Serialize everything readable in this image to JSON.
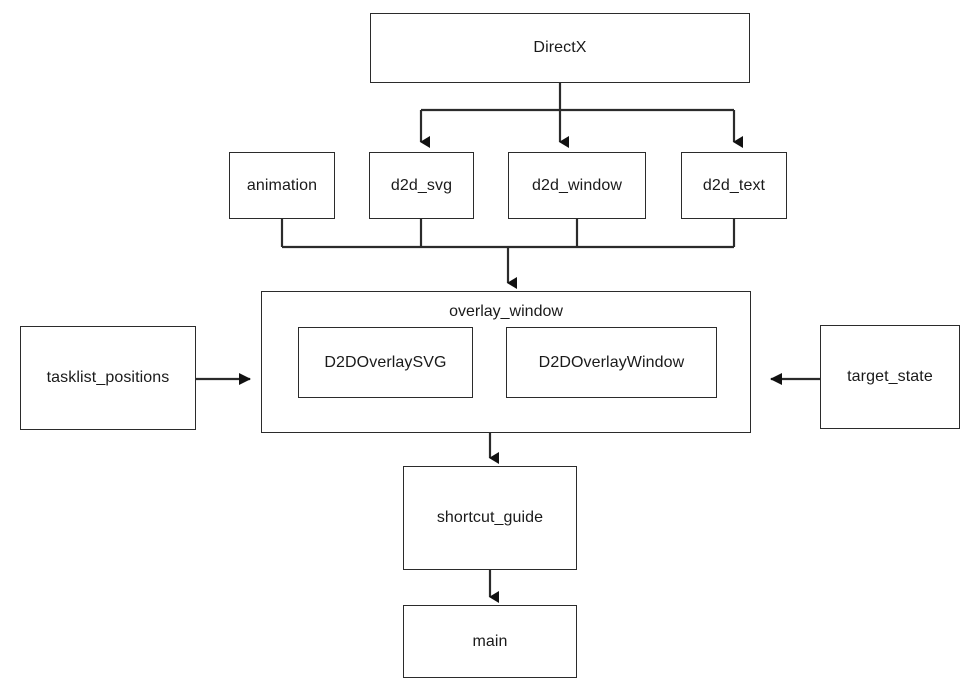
{
  "diagram": {
    "type": "dependency-graph",
    "title": "DirectX module dependency diagram",
    "background_color": "#ffffff",
    "line_color": "#2b2b2b",
    "text_color": "#1a1a1a",
    "nodes": [
      {
        "id": "directx",
        "label": "DirectX"
      },
      {
        "id": "animation",
        "label": "animation"
      },
      {
        "id": "d2d_svg",
        "label": "d2d_svg"
      },
      {
        "id": "d2d_window",
        "label": "d2d_window"
      },
      {
        "id": "d2d_text",
        "label": "d2d_text"
      },
      {
        "id": "overlay_window",
        "label": "overlay_window"
      },
      {
        "id": "d2doverlaysvg",
        "label": "D2DOverlaySVG"
      },
      {
        "id": "d2doverlaywindow",
        "label": "D2DOverlayWindow"
      },
      {
        "id": "tasklist_positions",
        "label": "tasklist_positions"
      },
      {
        "id": "target_state",
        "label": "target_state"
      },
      {
        "id": "shortcut_guide",
        "label": "shortcut_guide"
      },
      {
        "id": "main",
        "label": "main"
      }
    ],
    "edges": [
      {
        "from": "directx",
        "to": "d2d_svg",
        "arrow": "down"
      },
      {
        "from": "directx",
        "to": "d2d_window",
        "arrow": "down"
      },
      {
        "from": "directx",
        "to": "d2d_text",
        "arrow": "down"
      },
      {
        "from": "animation",
        "to": "overlay_window",
        "arrow": "down"
      },
      {
        "from": "d2d_svg",
        "to": "overlay_window",
        "arrow": "down"
      },
      {
        "from": "d2d_window",
        "to": "overlay_window",
        "arrow": "down"
      },
      {
        "from": "d2d_text",
        "to": "overlay_window",
        "arrow": "down"
      },
      {
        "from": "tasklist_positions",
        "to": "overlay_window",
        "arrow": "right"
      },
      {
        "from": "target_state",
        "to": "overlay_window",
        "arrow": "left"
      },
      {
        "from": "overlay_window",
        "to": "shortcut_guide",
        "arrow": "down"
      },
      {
        "from": "shortcut_guide",
        "to": "main",
        "arrow": "down"
      }
    ]
  }
}
